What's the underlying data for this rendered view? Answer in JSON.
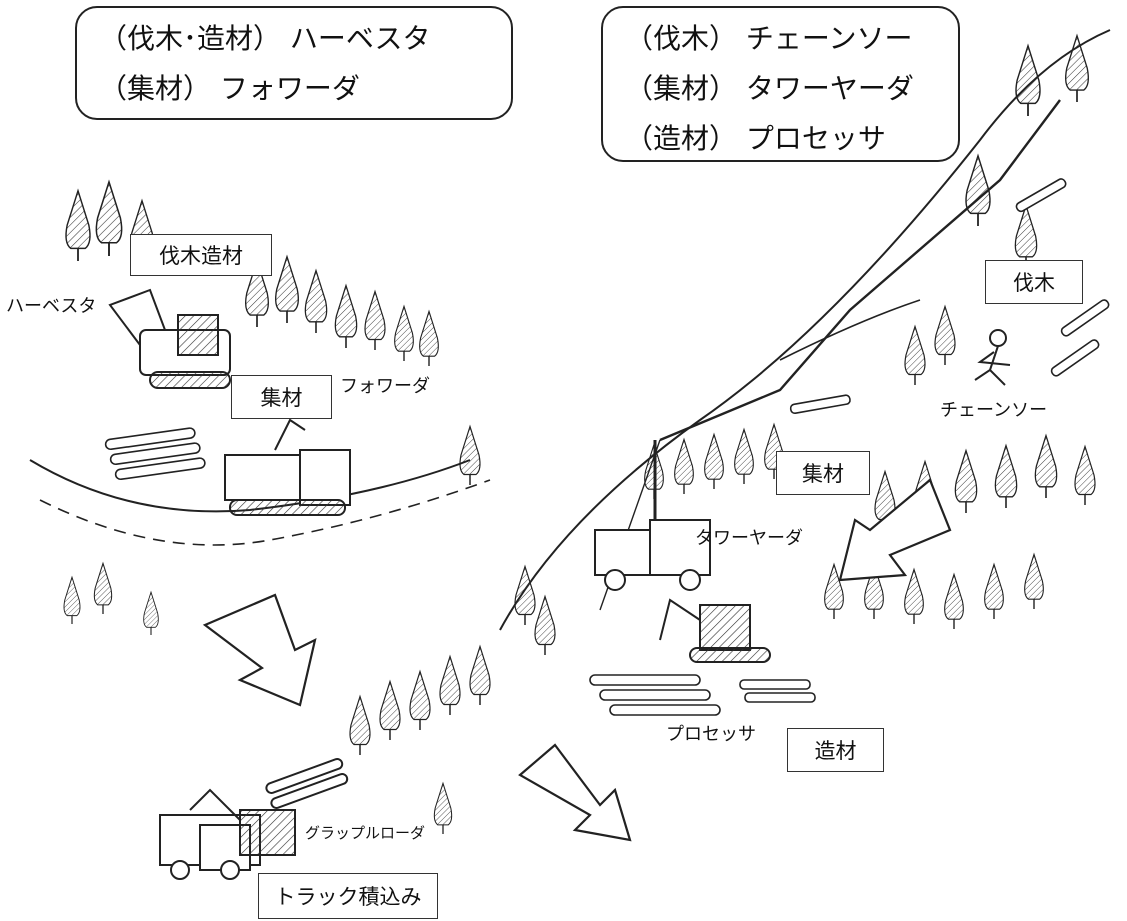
{
  "summary_left": [
    "（伐木･造材）  ハーベスタ",
    "（集材）  フォワーダ"
  ],
  "summary_right": [
    "（伐木）  チェーンソー",
    "（集材）  タワーヤーダ",
    "（造材）  プロセッサ"
  ],
  "step_labels": {
    "left_felling_processing": "伐木造材",
    "left_yarding": "集材",
    "right_felling": "伐木",
    "right_yarding": "集材",
    "right_processing": "造材",
    "truck_loading": "トラック積込み"
  },
  "machine_labels": {
    "harvester": "ハーベスタ",
    "forwarder": "フォワーダ",
    "chainsaw": "チェーンソー",
    "tower_yarder": "タワーヤーダ",
    "processor": "プロセッサ",
    "grapple_loader": "グラップルローダ"
  }
}
